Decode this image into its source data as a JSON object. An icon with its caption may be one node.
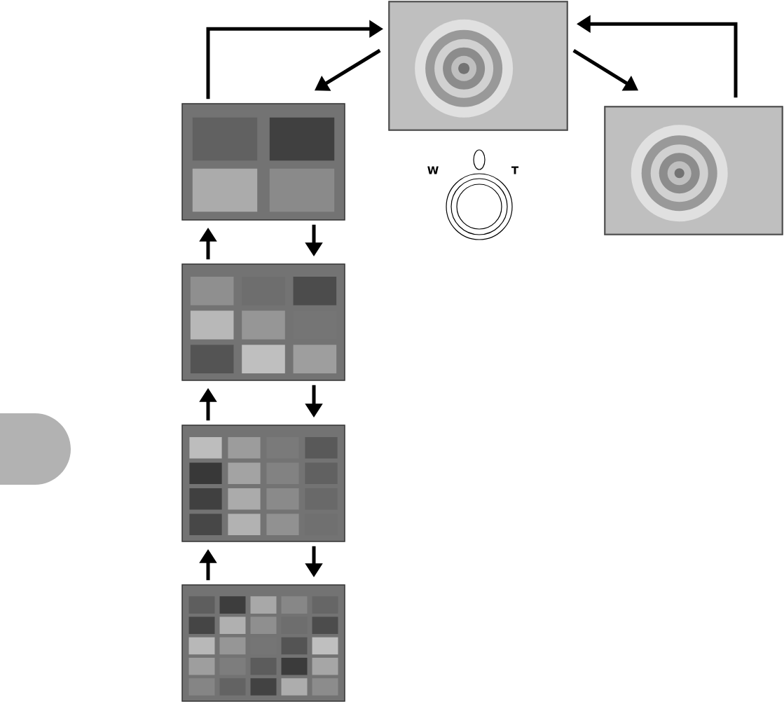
{
  "diagram": {
    "nodes": [
      {
        "text": [],
        "shape": "picture"
      },
      {
        "text": [],
        "shape": "picture"
      },
      {
        "text": [],
        "shape": "picture"
      },
      {
        "text": [],
        "shape": "picture"
      },
      {
        "text": [],
        "shape": "picture"
      },
      {
        "text": [],
        "shape": "picture"
      }
    ],
    "edges": [
      {
        "from": 1,
        "to": 0,
        "arrow": "to"
      },
      {
        "from": 0,
        "to": 1,
        "arrow": "to"
      },
      {
        "from": 0,
        "to": 5,
        "arrow": "to"
      },
      {
        "from": 5,
        "to": 0,
        "arrow": "to"
      },
      {
        "from": 1,
        "to": 2,
        "arrow": "to"
      },
      {
        "from": 2,
        "to": 1,
        "arrow": "to"
      },
      {
        "from": 2,
        "to": 3,
        "arrow": "to"
      },
      {
        "from": 3,
        "to": 2,
        "arrow": "to"
      },
      {
        "from": 3,
        "to": 4,
        "arrow": "to"
      },
      {
        "from": 4,
        "to": 3,
        "arrow": "to"
      }
    ],
    "labels": [
      "W",
      "T"
    ]
  }
}
